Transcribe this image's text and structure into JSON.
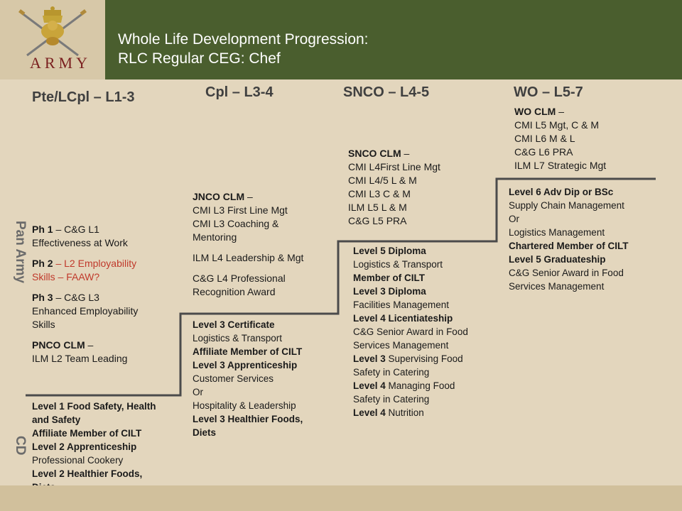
{
  "logo": {
    "word": "ARMY"
  },
  "header": {
    "title_line1": "Whole Life Development Progression:",
    "title_line2": "RLC Regular CEG: Chef"
  },
  "columns": {
    "c1": "Pte/LCpl – L1-3",
    "c2": "Cpl – L3-4",
    "c3": "SNCO – L4-5",
    "c4": "WO – L5-7"
  },
  "side_labels": {
    "pan_army": "Pan Army",
    "cd": "CD"
  },
  "pan_army": {
    "c1": {
      "ph1_label": "Ph 1",
      "ph1_text": " – C&G L1",
      "ph1_line2": "Effectiveness at Work",
      "ph2_label": "Ph 2",
      "ph2_text": " – L2 Employability",
      "ph2_line2": "Skills – FAAW?",
      "ph3_label": "Ph 3",
      "ph3_text": " – C&G L3",
      "ph3_line2": "Enhanced Employability",
      "ph3_line3": "Skills",
      "pnco_label": "PNCO CLM",
      "pnco_text": " –",
      "pnco_line2": "ILM L2 Team Leading"
    },
    "c2": {
      "jnco_label": "JNCO CLM",
      "jnco_text": " –",
      "l1": "CMI L3 First Line Mgt",
      "l2": "CMI L3 Coaching &",
      "l3": "Mentoring",
      "l4": "ILM L4 Leadership & Mgt",
      "l5": "C&G L4 Professional",
      "l6": "Recognition Award"
    },
    "c3": {
      "snco_label": "SNCO CLM",
      "snco_text": " –",
      "l1": "CMI L4First Line Mgt",
      "l2": "CMI L4/5 L & M",
      "l3": "CMI L3 C & M",
      "l4": "ILM L5 L & M",
      "l5": "C&G L5 PRA"
    },
    "c4": {
      "wo_label": "WO CLM",
      "wo_text": " –",
      "l1": "CMI L5 Mgt, C & M",
      "l2": "CMI L6 M & L",
      "l3": "C&G L6 PRA",
      "l4": "ILM L7 Strategic Mgt"
    }
  },
  "cd": {
    "c1": {
      "l1": "Level 1 Food Safety, Health",
      "l2": "and Safety",
      "l3": "Affiliate Member of CILT",
      "l4": "Level 2 Apprenticeship",
      "l5": "Professional Cookery",
      "l6": "Level 2 Healthier Foods,",
      "l7": "Diets"
    },
    "c2": {
      "l1": "Level 3 Certificate",
      "l2": "Logistics & Transport",
      "l3": "Affiliate Member of CILT",
      "l4": "Level 3 Apprenticeship",
      "l5": "Customer Services",
      "l6": "Or",
      "l7": "Hospitality & Leadership",
      "l8": "Level 3 Healthier Foods,",
      "l9": "Diets"
    },
    "c3": {
      "l1": "Level 5 Diploma",
      "l2": "Logistics & Transport",
      "l3": "Member of CILT",
      "l4": "Level 3 Diploma",
      "l5": "Facilities Management",
      "l6": "Level 4 Licentiateship",
      "l7": "C&G Senior Award in Food",
      "l8": "Services Management",
      "l9_bold": "Level 3",
      "l9_rest": " Supervising Food",
      "l10": "Safety in Catering",
      "l11_bold": "Level 4",
      "l11_rest": " Managing Food",
      "l12": "Safety in Catering",
      "l13_bold": "Level 4",
      "l13_rest": " Nutrition"
    },
    "c4": {
      "l1": "Level 6 Adv Dip or BSc",
      "l2": "Supply Chain Management",
      "l3": "Or",
      "l4": "Logistics Management",
      "l5": "Chartered Member of CILT",
      "l6": "Level 5 Graduateship",
      "l7": "C&G Senior Award in Food",
      "l8": "Services Management"
    }
  },
  "colors": {
    "header_bg": "#4a5e2e",
    "body_bg": "#e3d6bd",
    "step_line": "#4b4b4b",
    "highlight_red": "#c0392b"
  }
}
